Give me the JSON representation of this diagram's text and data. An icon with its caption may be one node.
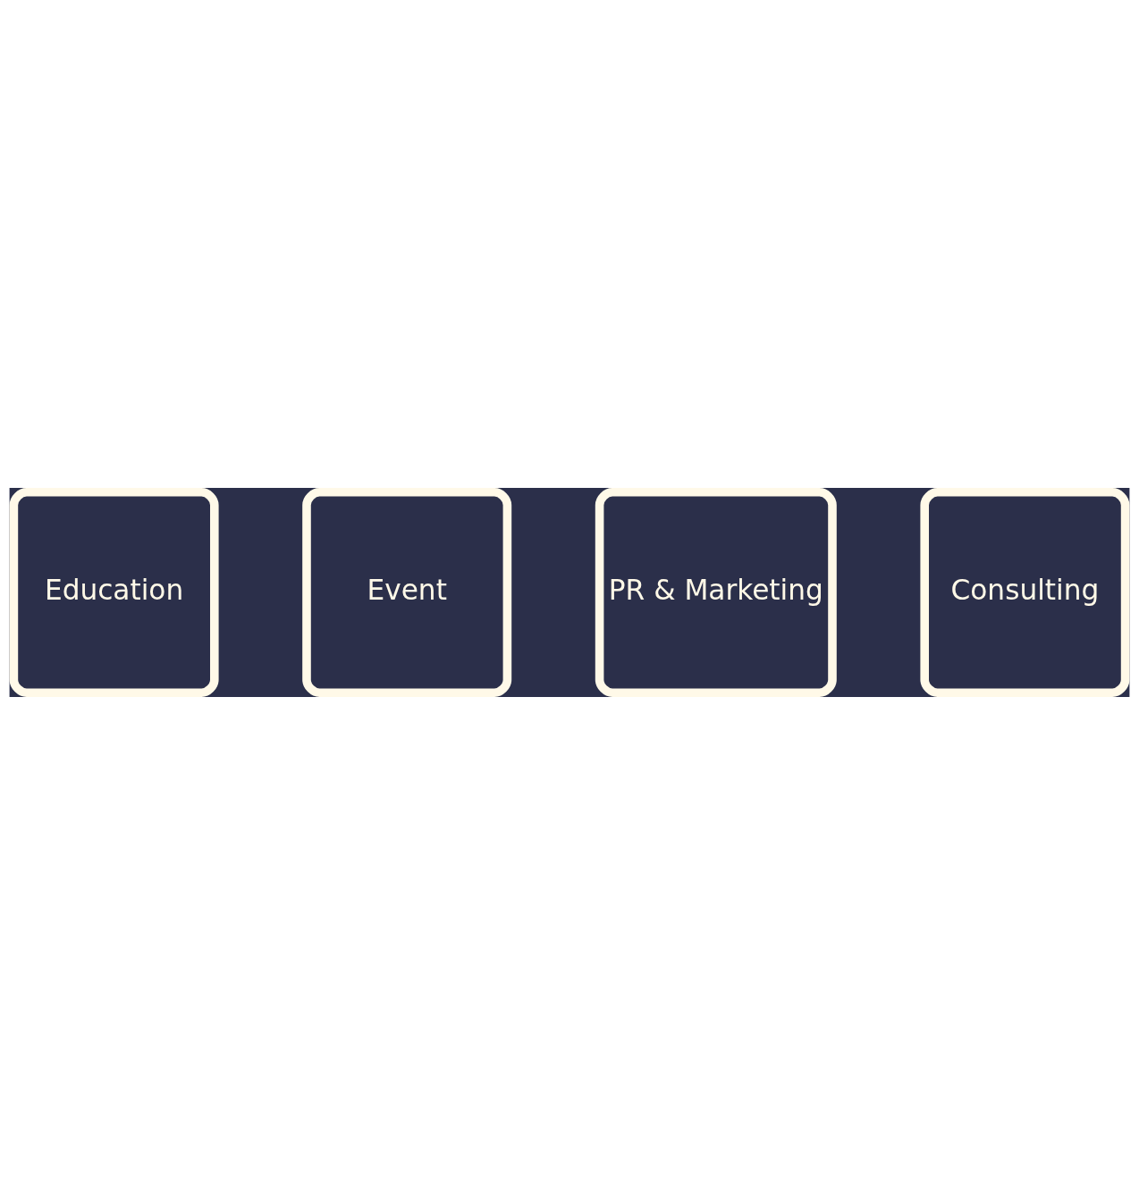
{
  "diagram": {
    "nodes": [
      {
        "text": [
          "Education"
        ]
      },
      {
        "text": [
          "Event"
        ]
      },
      {
        "text": [
          "PR & Marketing"
        ]
      },
      {
        "text": [
          "Consulting"
        ]
      }
    ]
  }
}
